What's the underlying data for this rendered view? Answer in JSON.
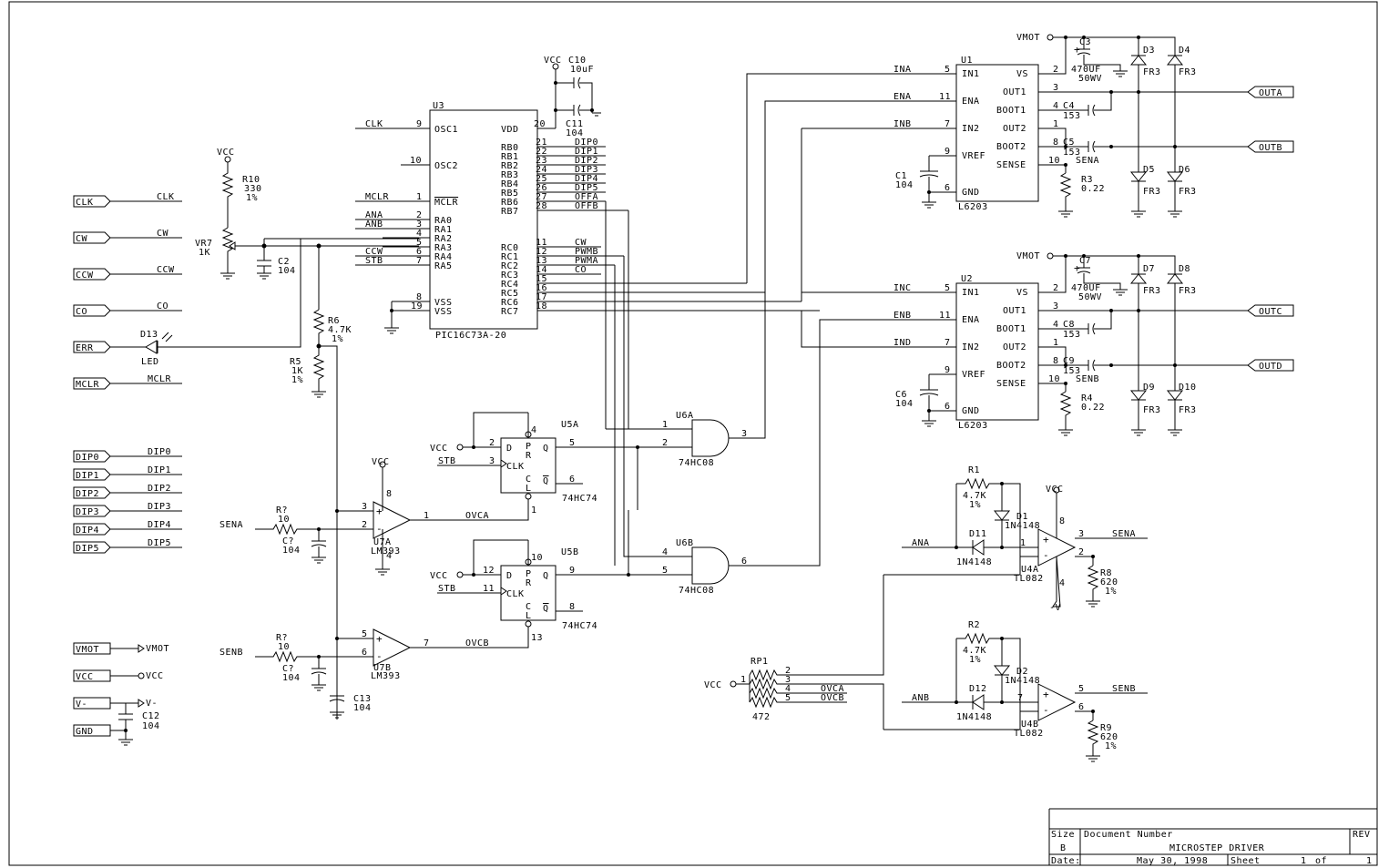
{
  "ports": [
    {
      "box": "CLK",
      "net": "CLK"
    },
    {
      "box": "CW",
      "net": "CW"
    },
    {
      "box": "CCW",
      "net": "CCW"
    },
    {
      "box": "CO",
      "net": "CO"
    },
    {
      "box": "ERR",
      "net": ""
    },
    {
      "box": "MCLR",
      "net": "MCLR"
    },
    {
      "box": "DIP0",
      "net": "DIP0"
    },
    {
      "box": "DIP1",
      "net": "DIP1"
    },
    {
      "box": "DIP2",
      "net": "DIP2"
    },
    {
      "box": "DIP3",
      "net": "DIP3"
    },
    {
      "box": "DIP4",
      "net": "DIP4"
    },
    {
      "box": "DIP5",
      "net": "DIP5"
    }
  ],
  "power_ports": [
    {
      "box": "VMOT",
      "net": "VMOT"
    },
    {
      "box": "VCC",
      "net": "VCC"
    },
    {
      "box": "V-",
      "net": "V-"
    },
    {
      "box": "GND",
      "net": ""
    }
  ],
  "out_ports": [
    "OUTA",
    "OUTB",
    "OUTC",
    "OUTD"
  ],
  "labels": {
    "vcc": "VCC",
    "vmot": "VMOT",
    "vneg": "-V",
    "r10": "R10",
    "r10v": "330",
    "r10t": "1%",
    "vr7": "VR7",
    "vr7v": "1K",
    "c2": "C2",
    "c2v": "104",
    "d13": "D13",
    "d13v": "LED",
    "r6": "R6",
    "r6v": "4.7K",
    "r6t": "1%",
    "r5": "R5",
    "r5v": "1K",
    "r5t": "1%",
    "u3": "U3",
    "u3part": "PIC16C73A-20",
    "c10": "C10",
    "c10v": "10uF",
    "c11": "C11",
    "c11v": "104",
    "u5a": "U5A",
    "u5b": "U5B",
    "u5part": "74HC74",
    "u6a": "U6A",
    "u6b": "U6B",
    "u6part": "74HC08",
    "u7a": "U7A",
    "u7b": "U7B",
    "u7part": "LM393",
    "rq": "R?",
    "rqv": "10",
    "cq": "C?",
    "cqv": "104",
    "sena": "SENA",
    "senb": "SENB",
    "stb": "STB",
    "ovca": "OVCA",
    "ovcb": "OVCB",
    "c13": "C13",
    "c13v": "104",
    "c12": "C12",
    "c12v": "104",
    "u1": "U1",
    "u2": "U2",
    "l6203": "L6203",
    "ina": "INA",
    "ena": "ENA",
    "inb": "INB",
    "inc": "INC",
    "enb": "ENB",
    "ind": "IND",
    "c3": "C3",
    "c7": "C7",
    "cbig": "470UF",
    "cbigv": "50WV",
    "c4": "C4",
    "c5": "C5",
    "c8": "C8",
    "c9": "C9",
    "c153": "153",
    "c1": "C1",
    "c6": "C6",
    "c104": "104",
    "r3": "R3",
    "r4": "R4",
    "r022": "0.22",
    "d3": "D3",
    "d4": "D4",
    "d5": "D5",
    "d6": "D6",
    "d7": "D7",
    "d8": "D8",
    "d9": "D9",
    "d10": "D10",
    "fr3": "FR3",
    "r1": "R1",
    "r2": "R2",
    "r47k": "4.7K",
    "r1p": "1%",
    "d1": "D1",
    "d2": "D2",
    "d11": "D11",
    "d12": "D12",
    "n4148": "1N4148",
    "u4a": "U4A",
    "u4b": "U4B",
    "tl082": "TL082",
    "r8": "R8",
    "r9": "R9",
    "r620": "620",
    "ana": "ANA",
    "anb": "ANB",
    "rp1": "RP1",
    "rp1v": "472"
  },
  "u3_left": [
    {
      "pin": "9",
      "name": "OSC1",
      "net": "CLK"
    },
    {
      "pin": "10",
      "name": "OSC2",
      "net": ""
    },
    {
      "pin": "1",
      "name": "MCLR",
      "net": "MCLR"
    },
    {
      "pin": "2",
      "name": "RA0",
      "net": "ANA"
    },
    {
      "pin": "3",
      "name": "RA1",
      "net": "ANB"
    },
    {
      "pin": "4",
      "name": "RA2",
      "net": ""
    },
    {
      "pin": "5",
      "name": "RA3",
      "net": ""
    },
    {
      "pin": "6",
      "name": "RA4",
      "net": "CCW"
    },
    {
      "pin": "7",
      "name": "RA5",
      "net": "STB"
    },
    {
      "pin": "8",
      "name": "VSS",
      "net": ""
    },
    {
      "pin": "19",
      "name": "VSS",
      "net": ""
    }
  ],
  "u3_right": [
    {
      "pin": "20",
      "name": "VDD",
      "net": ""
    },
    {
      "pin": "21",
      "name": "RB0",
      "net": "DIP0"
    },
    {
      "pin": "22",
      "name": "RB1",
      "net": "DIP1"
    },
    {
      "pin": "23",
      "name": "RB2",
      "net": "DIP2"
    },
    {
      "pin": "24",
      "name": "RB3",
      "net": "DIP3"
    },
    {
      "pin": "25",
      "name": "RB4",
      "net": "DIP4"
    },
    {
      "pin": "26",
      "name": "RB5",
      "net": "DIP5"
    },
    {
      "pin": "27",
      "name": "RB6",
      "net": "OFFA"
    },
    {
      "pin": "28",
      "name": "RB7",
      "net": "OFFB"
    },
    {
      "pin": "11",
      "name": "RC0",
      "net": "CW"
    },
    {
      "pin": "12",
      "name": "RC1",
      "net": "PWMB"
    },
    {
      "pin": "13",
      "name": "RC2",
      "net": "PWMA"
    },
    {
      "pin": "14",
      "name": "RC3",
      "net": "CO"
    },
    {
      "pin": "15",
      "name": "RC4",
      "net": ""
    },
    {
      "pin": "16",
      "name": "RC5",
      "net": ""
    },
    {
      "pin": "17",
      "name": "RC6",
      "net": ""
    },
    {
      "pin": "18",
      "name": "RC7",
      "net": ""
    }
  ],
  "l6203_pins": {
    "in1": "IN1",
    "ena": "ENA",
    "in2": "IN2",
    "vref": "VREF",
    "gnd": "GND",
    "vs": "VS",
    "out1": "OUT1",
    "boot1": "BOOT1",
    "out2": "OUT2",
    "boot2": "BOOT2",
    "sense": "SENSE"
  },
  "ff_pins": {
    "d": "D",
    "clk": "CLK",
    "q": "Q",
    "qb": "Q",
    "p": "P",
    "r": "R",
    "c": "C",
    "l": "L"
  },
  "pins": {
    "u1": {
      "in1": "5",
      "ena": "11",
      "in2": "7",
      "vref": "9",
      "gnd": "6",
      "vs": "2",
      "out1": "3",
      "boot1": "4",
      "out2": "1",
      "boot2": "8",
      "sense": "10"
    },
    "u5a": {
      "pr": "4",
      "d": "2",
      "clk": "3",
      "q": "5",
      "qb": "6",
      "cl": "1"
    },
    "u5b": {
      "pr": "10",
      "d": "12",
      "clk": "11",
      "q": "9",
      "qb": "8",
      "cl": "13"
    },
    "u6a": {
      "a": "1",
      "b": "2",
      "y": "3"
    },
    "u6b": {
      "a": "4",
      "b": "5",
      "y": "6"
    },
    "u7a": {
      "p": "3",
      "n": "2",
      "o": "1",
      "v": "8",
      "g": "4"
    },
    "u7b": {
      "p": "5",
      "n": "6",
      "o": "7"
    },
    "u4a": {
      "p": "3",
      "n": "2",
      "o": "1",
      "v": "8",
      "g": "4"
    },
    "u4b": {
      "p": "5",
      "n": "6",
      "o": "7"
    },
    "rp1": [
      "1",
      "2",
      "3",
      "4",
      "5"
    ]
  },
  "title_block": {
    "size_label": "Size",
    "size": "B",
    "docnum_label": "Document Number",
    "title": "MICROSTEP DRIVER",
    "rev_label": "REV",
    "rev": "",
    "date_label": "Date:",
    "date": "May 30, 1998",
    "sheet_label": "Sheet",
    "sheet": "1",
    "of_label": "of",
    "sheets": "1"
  }
}
